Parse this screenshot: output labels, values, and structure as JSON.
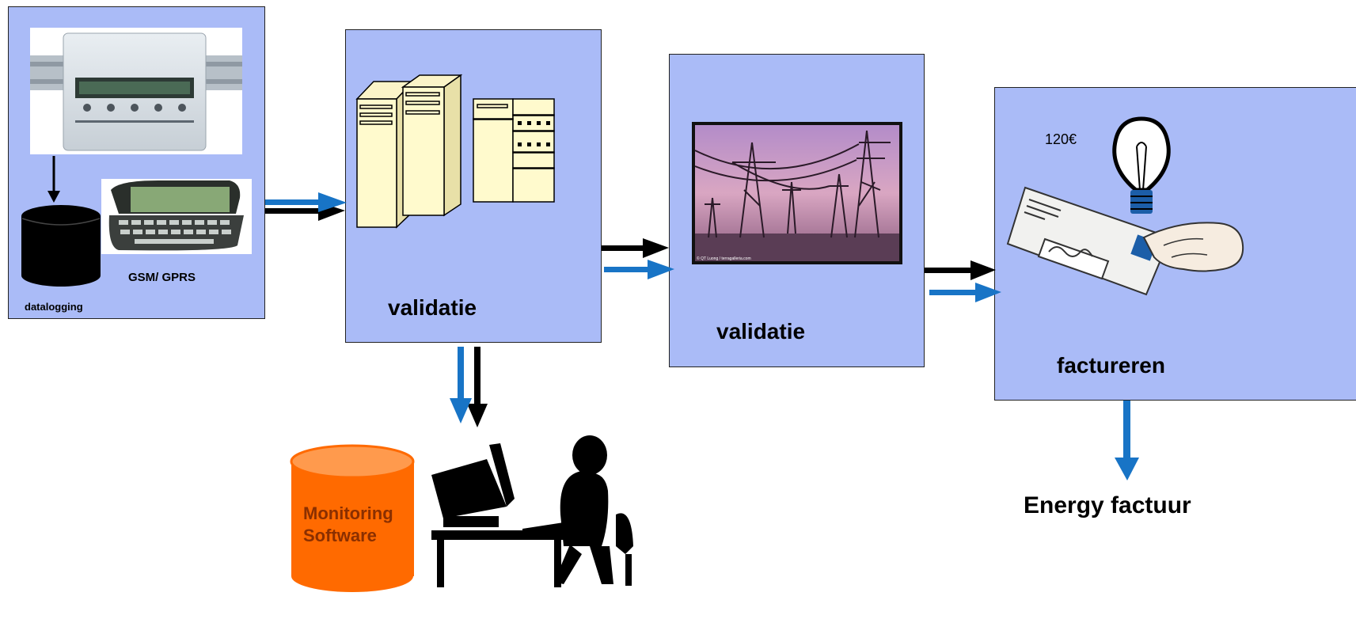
{
  "labels": {
    "datalogging": "datalogging",
    "gsm": "GSM/ GPRS",
    "validatie_1": "validatie",
    "validatie_2": "validatie",
    "factureren": "factureren",
    "energy_factuur": "Energy factuur",
    "price": "120€",
    "monitoring_line1": "Monitoring",
    "monitoring_line2": "Software",
    "photo_credit": "© QT Luong / terragalleria.com"
  },
  "colors": {
    "box_fill": "#aabbf7",
    "arrow_blue": "#1874c6",
    "arrow_black": "#000000",
    "monitoring_db": "#ff6a00"
  },
  "icons": {
    "meter": "energy-meter-icon",
    "phone": "nokia-communicator-icon",
    "database": "database-cylinder-icon",
    "servers": "server-towers-icon",
    "power_lines": "power-lines-photo",
    "bulb": "light-bulb-icon",
    "envelope": "envelope-with-hand-icon",
    "operator": "person-at-computer-icon"
  }
}
